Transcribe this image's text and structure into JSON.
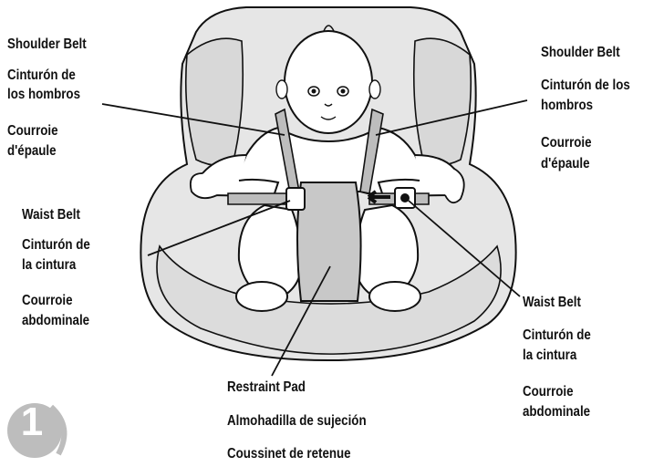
{
  "step_number": "1",
  "labels": {
    "shoulder_left": [
      "Shoulder Belt",
      "Cinturón de",
      "los hombros",
      "Courroie",
      "d'épaule"
    ],
    "shoulder_right": [
      "Shoulder Belt",
      "Cinturón de los",
      "hombros",
      "Courroie",
      "d'épaule"
    ],
    "waist_left": [
      "Waist Belt",
      "Cinturón de",
      "la cintura",
      "Courroie",
      "abdominale"
    ],
    "waist_right": [
      "Waist Belt",
      "Cinturón de",
      "la cintura",
      "Courroie",
      "abdominale"
    ],
    "restraint_pad": [
      "Restraint Pad",
      "Almohadilla de sujeción",
      "Coussinet de retenue"
    ]
  },
  "colors": {
    "seat_fill": "#e6e6e6",
    "pad_fill": "#c8c8c8",
    "ink": "#111111",
    "badge": "#bdbdbd"
  }
}
